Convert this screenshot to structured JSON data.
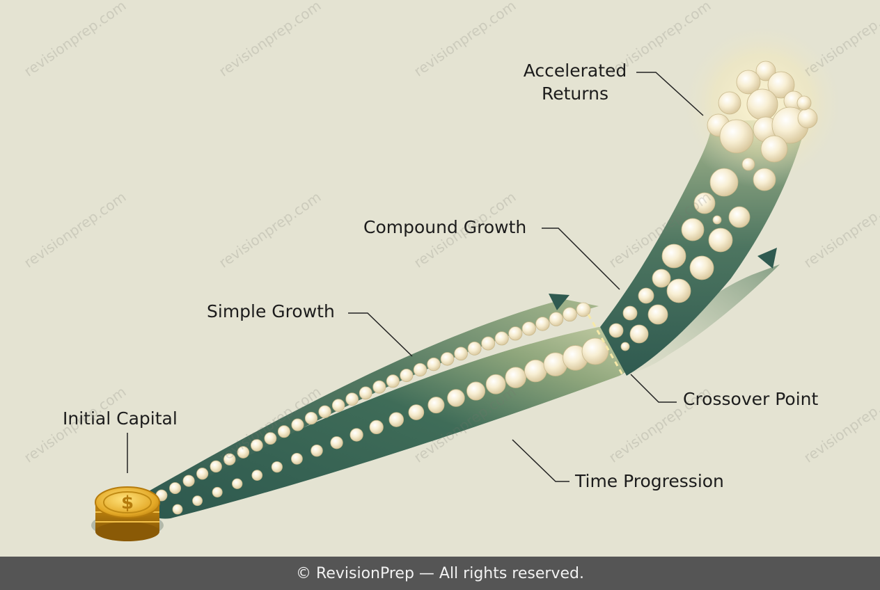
{
  "labels": {
    "initial_capital": "Initial Capital",
    "simple_growth": "Simple Growth",
    "compound_growth": "Compound Growth",
    "accelerated_returns_1": "Accelerated",
    "accelerated_returns_2": "Returns",
    "crossover_point": "Crossover Point",
    "time_progression": "Time Progression"
  },
  "watermark": "revisionprep.com",
  "footer": "© RevisionPrep — All rights reserved.",
  "colors": {
    "background": "#e4e3d2",
    "band_dark": "#2f5a50",
    "band_light": "#9fb287",
    "pearl": "#f5ecd2",
    "coin": "#d7a21f",
    "footer_bg": "#555555"
  },
  "icons": [
    "coin-icon",
    "arrow-up-icon"
  ]
}
